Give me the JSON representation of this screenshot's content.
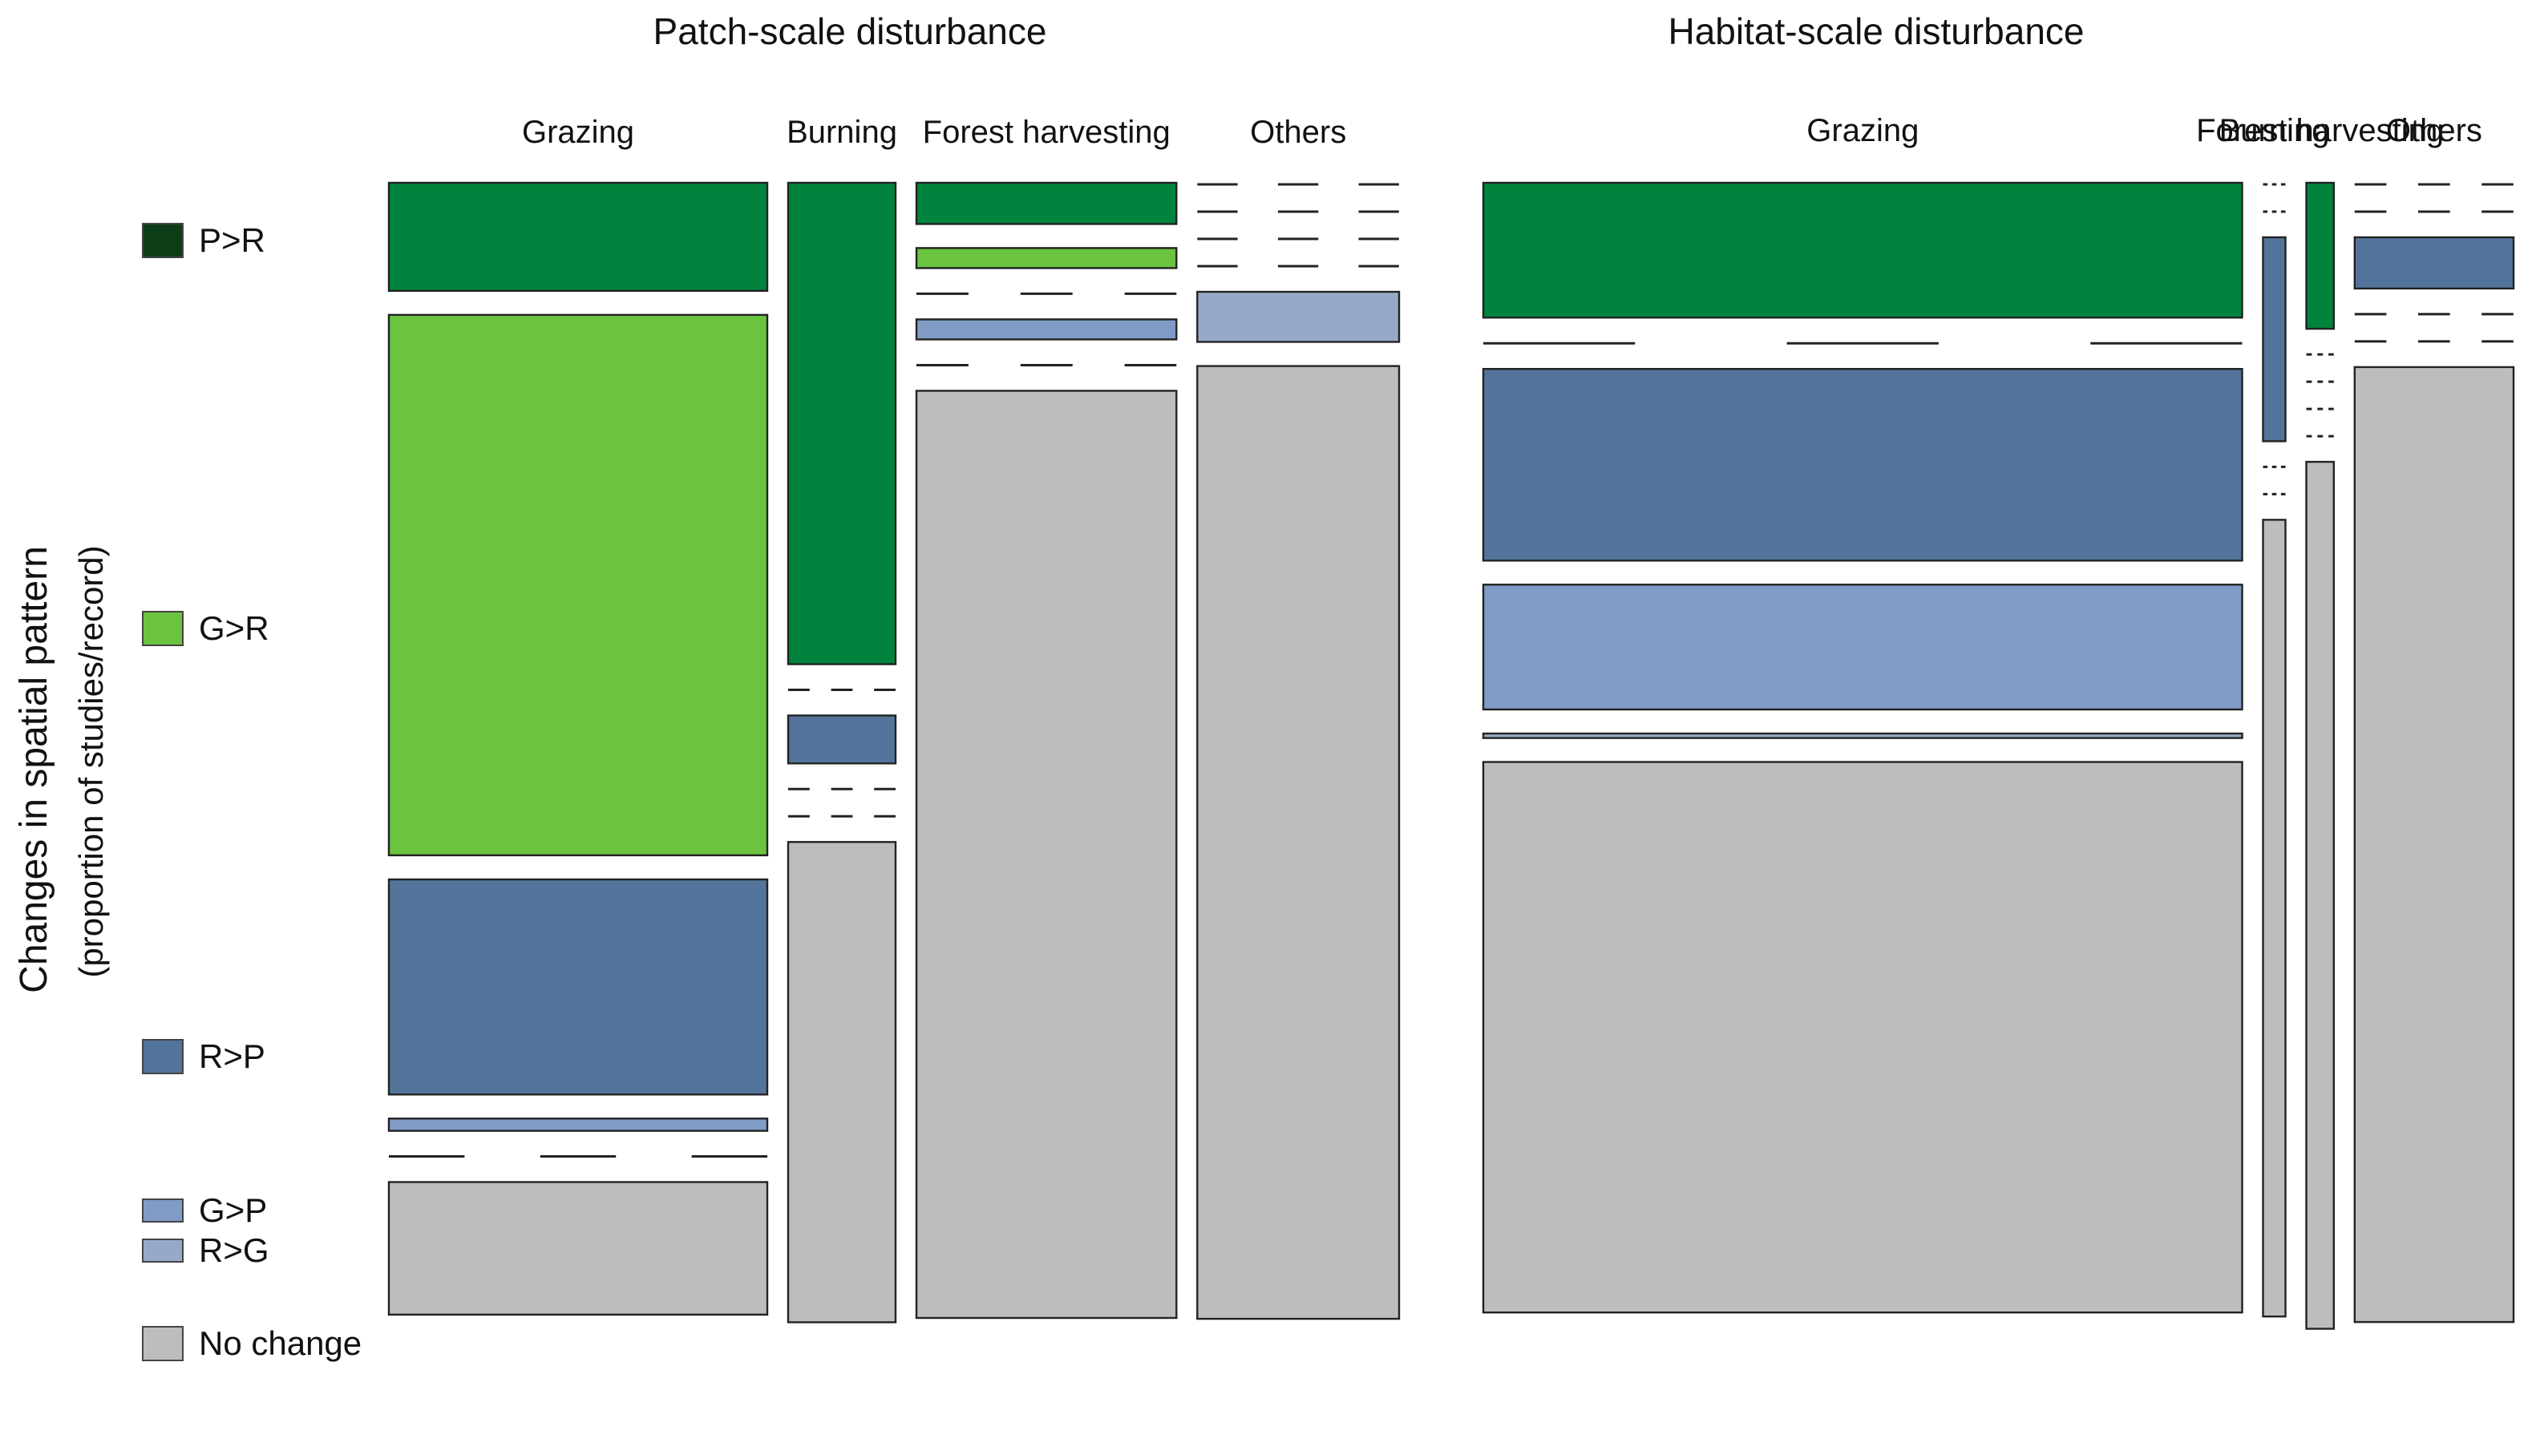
{
  "chart_data": {
    "type": "mosaic",
    "ylabel": "Changes in spatial pattern",
    "ylabel_sub": "(proportion of studies/record)",
    "categories": [
      "P>R",
      "G>R",
      "R>P",
      "G>P",
      "R>G",
      "No change"
    ],
    "colors": {
      "P>R": "#00843d",
      "G>R": "#6ac43f",
      "R>P": "#53749a",
      "G>P": "#809bc6",
      "R>G": "#98a9c8",
      "No change": "#bdbdbd"
    },
    "legend_colors": {
      "P>R": "#0c3d16",
      "G>R": "#6ac43f",
      "R>P": "#53749a",
      "G>P": "#809bc6",
      "R>G": "#98a9c8",
      "No change": "#bdbdbd"
    },
    "panels": [
      {
        "title": "Patch-scale disturbance",
        "columns": [
          {
            "label": "Grazing",
            "width": 0.377,
            "values": {
              "P>R": 0.097,
              "G>R": 0.485,
              "R>P": 0.193,
              "G>P": 0.011,
              "R>G": 0,
              "No change": 0.119
            }
          },
          {
            "label": "Burning",
            "width": 0.107,
            "values": {
              "P>R": 0.432,
              "G>R": 0,
              "R>P": 0.043,
              "G>P": 0,
              "R>G": 0,
              "No change": 0.431
            }
          },
          {
            "label": "Forest harvesting",
            "width": 0.259,
            "values": {
              "P>R": 0.037,
              "G>R": 0.018,
              "R>P": 0,
              "G>P": 0.018,
              "R>G": 0,
              "No change": 0.832
            }
          },
          {
            "label": "Others",
            "width": 0.201,
            "values": {
              "P>R": 0,
              "G>R": 0,
              "R>P": 0,
              "G>P": 0,
              "R>G": 0.045,
              "No change": 0.855
            }
          }
        ]
      },
      {
        "title": "Habitat-scale disturbance",
        "columns": [
          {
            "label": "Grazing",
            "width": 0.745,
            "values": {
              "P>R": 0.121,
              "G>R": 0,
              "R>P": 0.172,
              "G>P": 0.112,
              "R>G": 0.004,
              "No change": 0.494
            }
          },
          {
            "label": "Burning",
            "width": 0.022,
            "values": {
              "P>R": 0,
              "G>R": 0,
              "R>P": 0.183,
              "G>P": 0,
              "R>G": 0,
              "No change": 0.715
            }
          },
          {
            "label": "Forest harvesting",
            "width": 0.027,
            "values": {
              "P>R": 0.131,
              "G>R": 0,
              "R>P": 0,
              "G>P": 0,
              "R>G": 0,
              "No change": 0.778
            }
          },
          {
            "label": "Others",
            "width": 0.156,
            "values": {
              "P>R": 0,
              "G>R": 0,
              "R>P": 0.046,
              "G>P": 0,
              "R>G": 0,
              "No change": 0.857
            }
          }
        ]
      }
    ]
  }
}
